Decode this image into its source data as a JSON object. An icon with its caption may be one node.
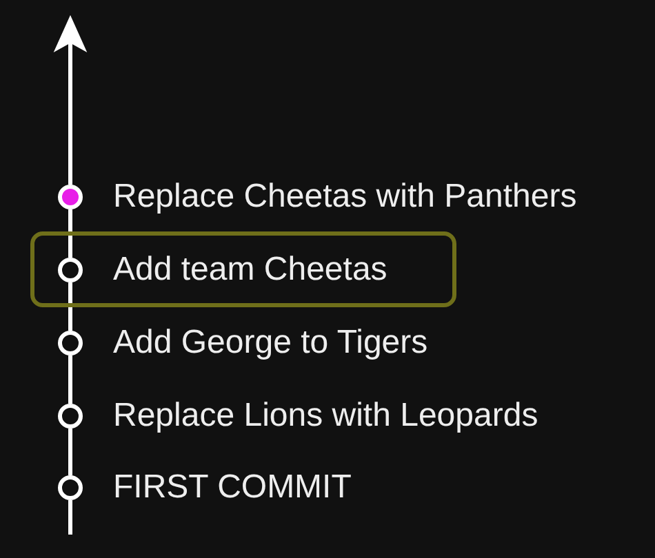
{
  "diagram": {
    "nodes": [
      {
        "text": [],
        "shape": "circle",
        "beside": [
          "Replace Cheetas with Panthers"
        ]
      },
      {
        "text": [],
        "shape": "box"
      },
      {
        "text": [],
        "shape": "circle",
        "in": 1,
        "beside": [
          "Add team Cheetas"
        ]
      },
      {
        "text": [],
        "shape": "circle",
        "beside": [
          "Add George to Tigers"
        ]
      },
      {
        "text": [],
        "shape": "circle",
        "beside": [
          "Replace Lions with Leopards"
        ]
      },
      {
        "text": [],
        "shape": "circle",
        "beside": [
          "FIRST COMMIT"
        ]
      }
    ],
    "edges": [
      {
        "from": 0,
        "to": null,
        "arrow": "to"
      },
      {
        "from": 2,
        "to": 0,
        "arrow": "none"
      },
      {
        "from": 3,
        "to": 2,
        "arrow": "none"
      },
      {
        "from": 4,
        "to": 3,
        "arrow": "none"
      },
      {
        "from": 5,
        "to": 4,
        "arrow": "none"
      },
      {
        "from": 5,
        "to": null,
        "arrow": "none"
      }
    ]
  }
}
